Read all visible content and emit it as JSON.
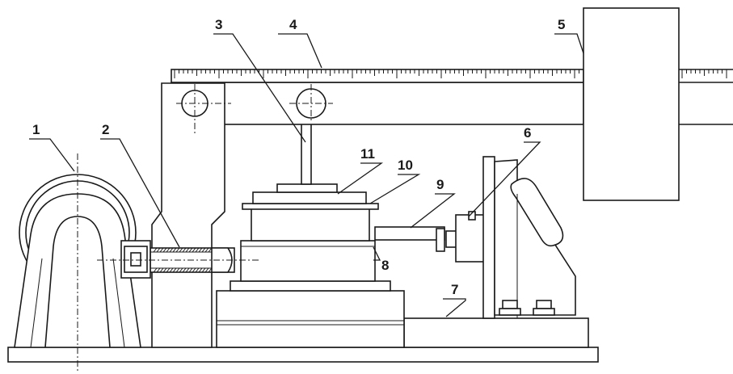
{
  "labels": [
    {
      "id": "1",
      "text": "1"
    },
    {
      "id": "2",
      "text": "2"
    },
    {
      "id": "3",
      "text": "3"
    },
    {
      "id": "4",
      "text": "4"
    },
    {
      "id": "5",
      "text": "5"
    },
    {
      "id": "6",
      "text": "6"
    },
    {
      "id": "7",
      "text": "7"
    },
    {
      "id": "8",
      "text": "8"
    },
    {
      "id": "9",
      "text": "9"
    },
    {
      "id": "10",
      "text": "10"
    },
    {
      "id": "11",
      "text": "11"
    }
  ],
  "colors": {
    "ink": "#1a1a1a",
    "paper": "#ffffff"
  }
}
